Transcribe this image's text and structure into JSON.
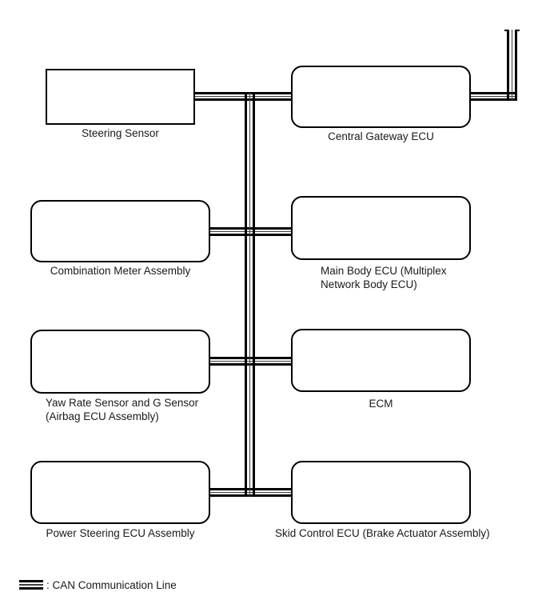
{
  "diagram": {
    "type": "can-bus-topology",
    "nodes": {
      "steering_sensor": {
        "shape": "rectangle",
        "lines": [
          "Steering Sensor"
        ]
      },
      "central_gateway_ecu": {
        "shape": "rounded",
        "lines": [
          "Central Gateway ECU"
        ]
      },
      "combination_meter_assembly": {
        "shape": "rounded",
        "lines": [
          "Combination Meter Assembly"
        ]
      },
      "main_body_ecu": {
        "shape": "rounded",
        "lines": [
          "Main Body ECU (Multiplex",
          "Network Body ECU)"
        ]
      },
      "yaw_rate_sensor": {
        "shape": "rounded",
        "lines": [
          "Yaw Rate Sensor and G Sensor",
          "(Airbag ECU Assembly)"
        ]
      },
      "ecm": {
        "shape": "rounded",
        "lines": [
          "ECM"
        ]
      },
      "power_steering_ecu": {
        "shape": "rounded",
        "lines": [
          "Power Steering ECU Assembly"
        ]
      },
      "skid_control_ecu": {
        "shape": "rounded",
        "lines": [
          "Skid Control ECU (Brake Actuator Assembly)"
        ]
      }
    },
    "connections": [
      {
        "from": "Steering Sensor",
        "to": "Central Gateway ECU",
        "via": "CAN trunk branch 1"
      },
      {
        "from": "Combination Meter Assembly",
        "to": "Main Body ECU (Multiplex Network Body ECU)",
        "via": "CAN trunk branch 2"
      },
      {
        "from": "Yaw Rate Sensor and G Sensor (Airbag ECU Assembly)",
        "to": "ECM",
        "via": "CAN trunk branch 3"
      },
      {
        "from": "Power Steering ECU Assembly",
        "to": "Skid Control ECU (Brake Actuator Assembly)",
        "via": "CAN trunk branch 4"
      },
      {
        "from": "Central Gateway ECU",
        "to": "off-page continuation (top right)",
        "via": "CAN line"
      }
    ],
    "bus": {
      "trunk": "vertical CAN trunk joining all four branch lines",
      "line_style": "triple line (thick-thin-thick)"
    },
    "legend": {
      "symbol": "can-line-symbol",
      "label": ": CAN Communication Line"
    },
    "colors": {
      "line": "#000000",
      "thin_line": "#3d3d3d",
      "text": "#1a1a1a",
      "background": "#ffffff"
    }
  }
}
